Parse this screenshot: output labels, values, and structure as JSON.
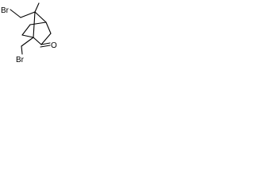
{
  "molecule": {
    "atoms": {
      "br_top": "Br",
      "br_bottom": "Br",
      "oxygen": "O"
    }
  }
}
